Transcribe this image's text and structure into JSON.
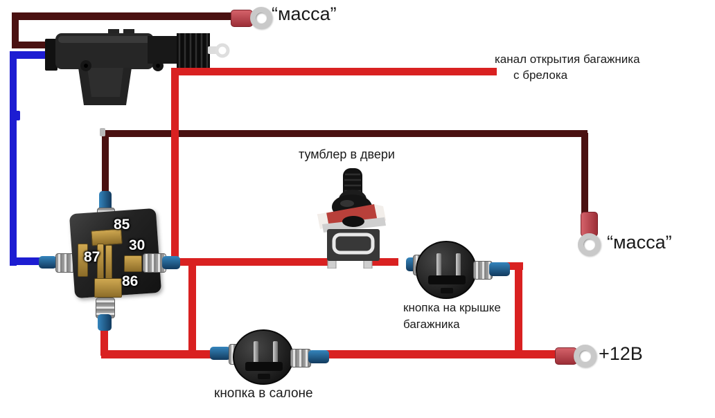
{
  "diagram": {
    "labels": {
      "ground_top": "“масса”",
      "ground_right": "“масса”",
      "fob_channel_line1": "канал открытия багажника",
      "fob_channel_line2": "с брелока",
      "toggle": "тумблер в двери",
      "trunk_button_line1": "кнопка на крышке",
      "trunk_button_line2": "багажника",
      "cabin_button": "кнопка в салоне",
      "power": "+12В"
    },
    "relay": {
      "pins": [
        "85",
        "30",
        "87",
        "86"
      ]
    },
    "colors": {
      "red": "#d92121",
      "blue": "#1d1dd2",
      "dark": "#4a1111",
      "terminal_sleeve_blue": "#1f5e8e",
      "ring_crimp_red": "#c24b55",
      "label_text": "#1a1a1a"
    }
  }
}
